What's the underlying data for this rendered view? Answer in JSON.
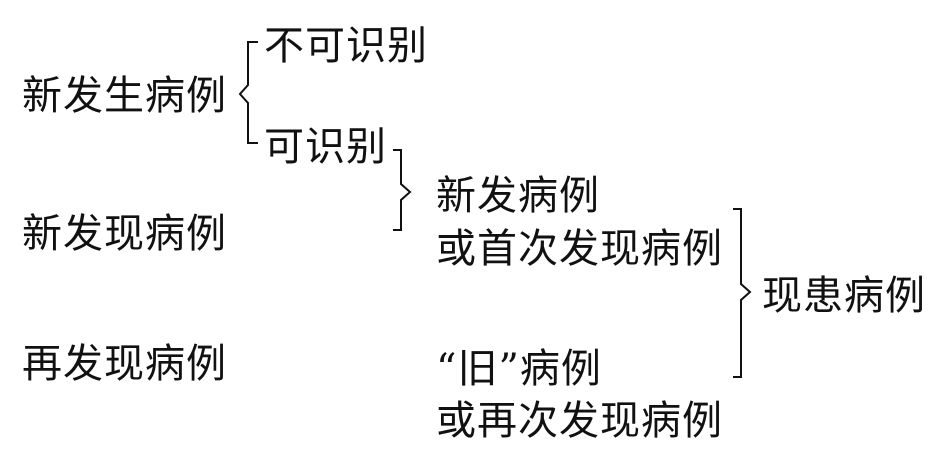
{
  "diagram": {
    "left_terms": [
      "新发生病例",
      "新发现病例",
      "再发现病例"
    ],
    "split_terms": [
      "不可识别",
      "可识别"
    ],
    "middle_terms": {
      "new": [
        "新发病例",
        "或首次发现病例"
      ],
      "old": [
        "“旧”病例",
        "或再次发现病例"
      ]
    },
    "result_term": "现患病例"
  }
}
